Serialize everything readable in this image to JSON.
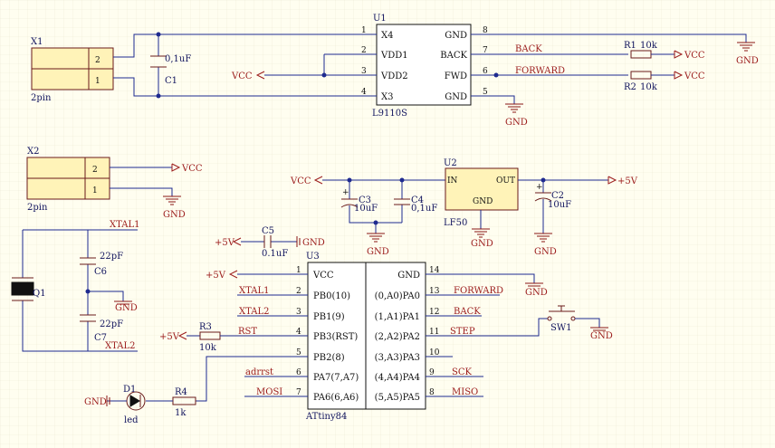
{
  "x1": {
    "ref": "X1",
    "value": "2pin",
    "pins": [
      "2",
      "1"
    ]
  },
  "x2": {
    "ref": "X2",
    "value": "2pin",
    "pins": [
      "2",
      "1"
    ]
  },
  "c1": {
    "ref": "C1",
    "value": "0,1uF"
  },
  "u1": {
    "ref": "U1",
    "value": "L9110S",
    "left_pins": [
      {
        "num": "1",
        "name": "X4"
      },
      {
        "num": "2",
        "name": "VDD1"
      },
      {
        "num": "3",
        "name": "VDD2"
      },
      {
        "num": "4",
        "name": "X3"
      }
    ],
    "right_pins": [
      {
        "num": "8",
        "name": "GND"
      },
      {
        "num": "7",
        "name": "BACK"
      },
      {
        "num": "6",
        "name": "FWD"
      },
      {
        "num": "5",
        "name": "GND"
      }
    ]
  },
  "r1": {
    "ref": "R1",
    "value": "10k"
  },
  "r2": {
    "ref": "R2",
    "value": "10k"
  },
  "u2": {
    "ref": "U2",
    "value": "LF50",
    "in": "IN",
    "out": "OUT",
    "gnd": "GND"
  },
  "c2": {
    "ref": "C2",
    "value": "10uF"
  },
  "c3": {
    "ref": "C3",
    "value": "10uF"
  },
  "c4": {
    "ref": "C4",
    "value": "0,1uF"
  },
  "c5": {
    "ref": "C5",
    "value": "0.1uF"
  },
  "c6": {
    "ref": "C6",
    "value": "22pF"
  },
  "c7": {
    "ref": "C7",
    "value": "22pF"
  },
  "q1": {
    "ref": "Q1"
  },
  "r3": {
    "ref": "R3",
    "value": "10k"
  },
  "r4": {
    "ref": "R4",
    "value": "1k"
  },
  "d1": {
    "ref": "D1",
    "value": "led"
  },
  "sw1": {
    "ref": "SW1"
  },
  "u3": {
    "ref": "U3",
    "value": "ATtiny84",
    "left_pins": [
      {
        "num": "1",
        "name": "VCC"
      },
      {
        "num": "2",
        "name": "PB0(10)"
      },
      {
        "num": "3",
        "name": "PB1(9)"
      },
      {
        "num": "4",
        "name": "PB3(RST)"
      },
      {
        "num": "5",
        "name": "PB2(8)"
      },
      {
        "num": "6",
        "name": "PA7(7,A7)"
      },
      {
        "num": "7",
        "name": "PA6(6,A6)"
      }
    ],
    "right_pins": [
      {
        "num": "14",
        "name": "GND"
      },
      {
        "num": "13",
        "name": "(0,A0)PA0"
      },
      {
        "num": "12",
        "name": "(1,A1)PA1"
      },
      {
        "num": "11",
        "name": "(2,A2)PA2"
      },
      {
        "num": "10",
        "name": "(3,A3)PA3"
      },
      {
        "num": "9",
        "name": "(4,A4)PA4"
      },
      {
        "num": "8",
        "name": "(5,A5)PA5"
      }
    ]
  },
  "nets": {
    "vcc": "VCC",
    "gnd": "GND",
    "p5v": "+5V",
    "back": "BACK",
    "forward": "FORWARD",
    "xtal1": "XTAL1",
    "xtal2": "XTAL2",
    "rst": "RST",
    "step": "STEP",
    "adrrst": "adrrst",
    "mosi": "MOSI",
    "sck": "SCK",
    "miso": "MISO"
  }
}
